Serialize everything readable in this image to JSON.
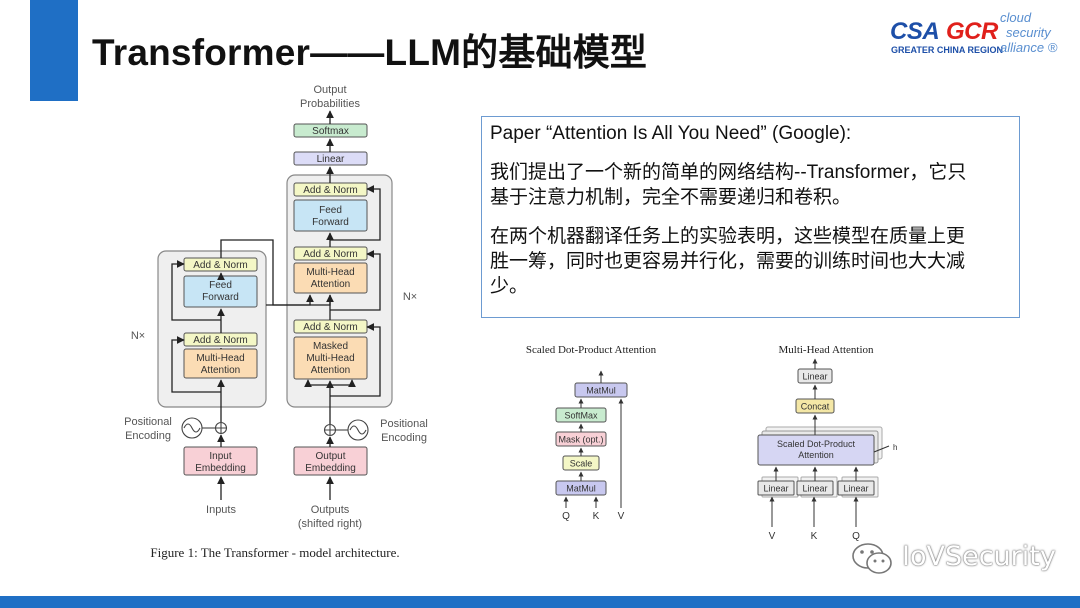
{
  "slide": {
    "title": "Transformer——LLM的基础模型",
    "logo": {
      "csa": "CSA",
      "gcr": "GCR",
      "subtitle": "GREATER CHINA REGION",
      "cloud_line1": "cloud",
      "cloud_line2": "security",
      "cloud_line3": "alliance ®"
    },
    "watermark": "IoVSecurity",
    "colors": {
      "accent": "#1f6fc5",
      "logo_blue": "#1d4fa8",
      "logo_red": "#e0201b"
    }
  },
  "textbox": {
    "heading": "Paper “Attention Is All You Need” (Google):",
    "para1": [
      "我们提出了一个新的简单的网络结构--Transformer，它只",
      "基于注意力机制，完全不需要递归和卷积。"
    ],
    "para2": [
      "在两个机器翻译任务上的实验表明，这些模型在质量上更",
      "胜一筹，同时也更容易并行化，需要的训练时间也大大减",
      "少。"
    ]
  },
  "transformer": {
    "caption": "Figure 1: The Transformer - model architecture.",
    "output_probabilities": [
      "Output",
      "Probabilities"
    ],
    "softmax": "Softmax",
    "linear": "Linear",
    "add_norm": "Add & Norm",
    "feed_forward": [
      "Feed",
      "Forward"
    ],
    "multi_head_attention": [
      "Multi-Head",
      "Attention"
    ],
    "masked_multi_head_attention": [
      "Masked",
      "Multi-Head",
      "Attention"
    ],
    "nx": "N×",
    "positional_encoding": [
      "Positional",
      "Encoding"
    ],
    "input_embedding": [
      "Input",
      "Embedding"
    ],
    "output_embedding": [
      "Output",
      "Embedding"
    ],
    "inputs": "Inputs",
    "outputs": [
      "Outputs",
      "(shifted right)"
    ]
  },
  "scaled_dot": {
    "title": "Scaled Dot-Product Attention",
    "matmul": "MatMul",
    "softmax": "SoftMax",
    "mask": "Mask (opt.)",
    "scale": "Scale",
    "q": "Q",
    "k": "K",
    "v": "V"
  },
  "multi_head": {
    "title": "Multi-Head Attention",
    "linear": "Linear",
    "concat": "Concat",
    "sdpa": [
      "Scaled Dot-Product",
      "Attention"
    ],
    "h": "h",
    "v": "V",
    "k": "K",
    "q": "Q"
  }
}
